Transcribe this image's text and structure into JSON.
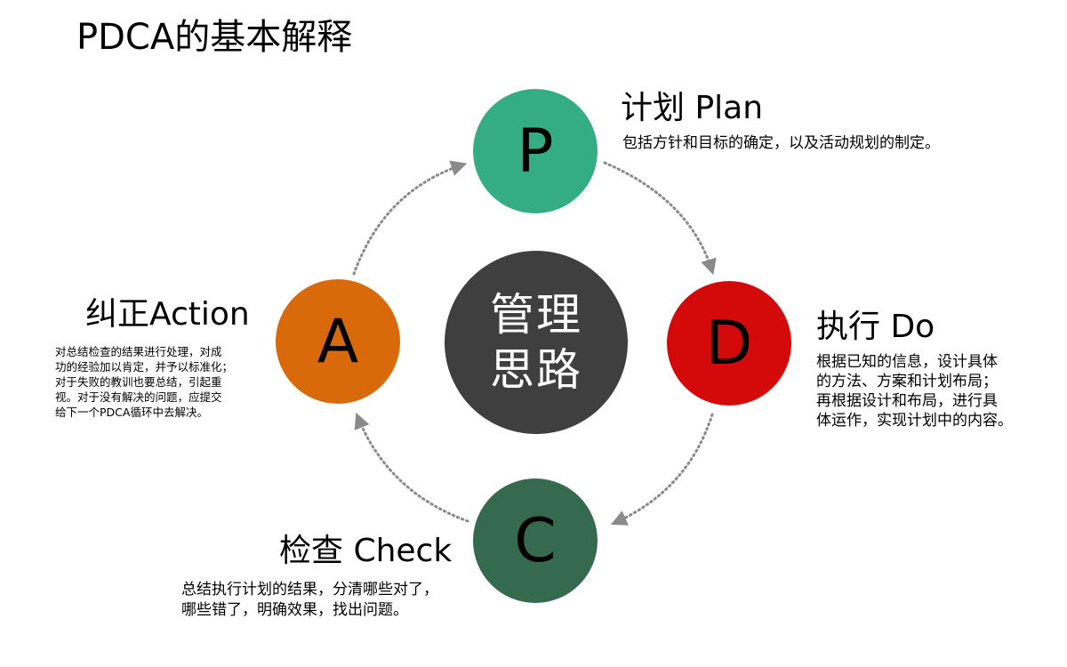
{
  "page_title": "PDCA的基本解释",
  "center": {
    "line1": "管理",
    "line2": "思路",
    "color": "#3f3f3f"
  },
  "phases": {
    "plan": {
      "letter": "P",
      "heading": "计划 Plan",
      "color": "#34ad85",
      "description": [
        "包括方针和目标的确定，以及活动规划的制定。"
      ]
    },
    "do": {
      "letter": "D",
      "heading": "执行 Do",
      "color": "#d40a0a",
      "description": [
        "根据已知的信息，设计具体",
        "的方法、方案和计划布局；",
        "再根据设计和布局，进行具",
        "体运作，实现计划中的内容。"
      ]
    },
    "check": {
      "letter": "C",
      "heading": "检查 Check",
      "color": "#356a4e",
      "description": [
        "总结执行计划的结果，分清哪些对了，",
        "哪些错了，明确效果，找出问题。"
      ]
    },
    "act": {
      "letter": "A",
      "heading": "纠正Action",
      "color": "#d96a0b",
      "description": [
        "对总结检查的结果进行处理，对成",
        "功的经验加以肯定，并予以标准化；",
        "对于失败的教训也要总结，引起重",
        "视。对于没有解决的问题，应提交",
        "给下一个PDCA循环中去解决。"
      ]
    }
  },
  "arrow_color": "#8a8a8a"
}
